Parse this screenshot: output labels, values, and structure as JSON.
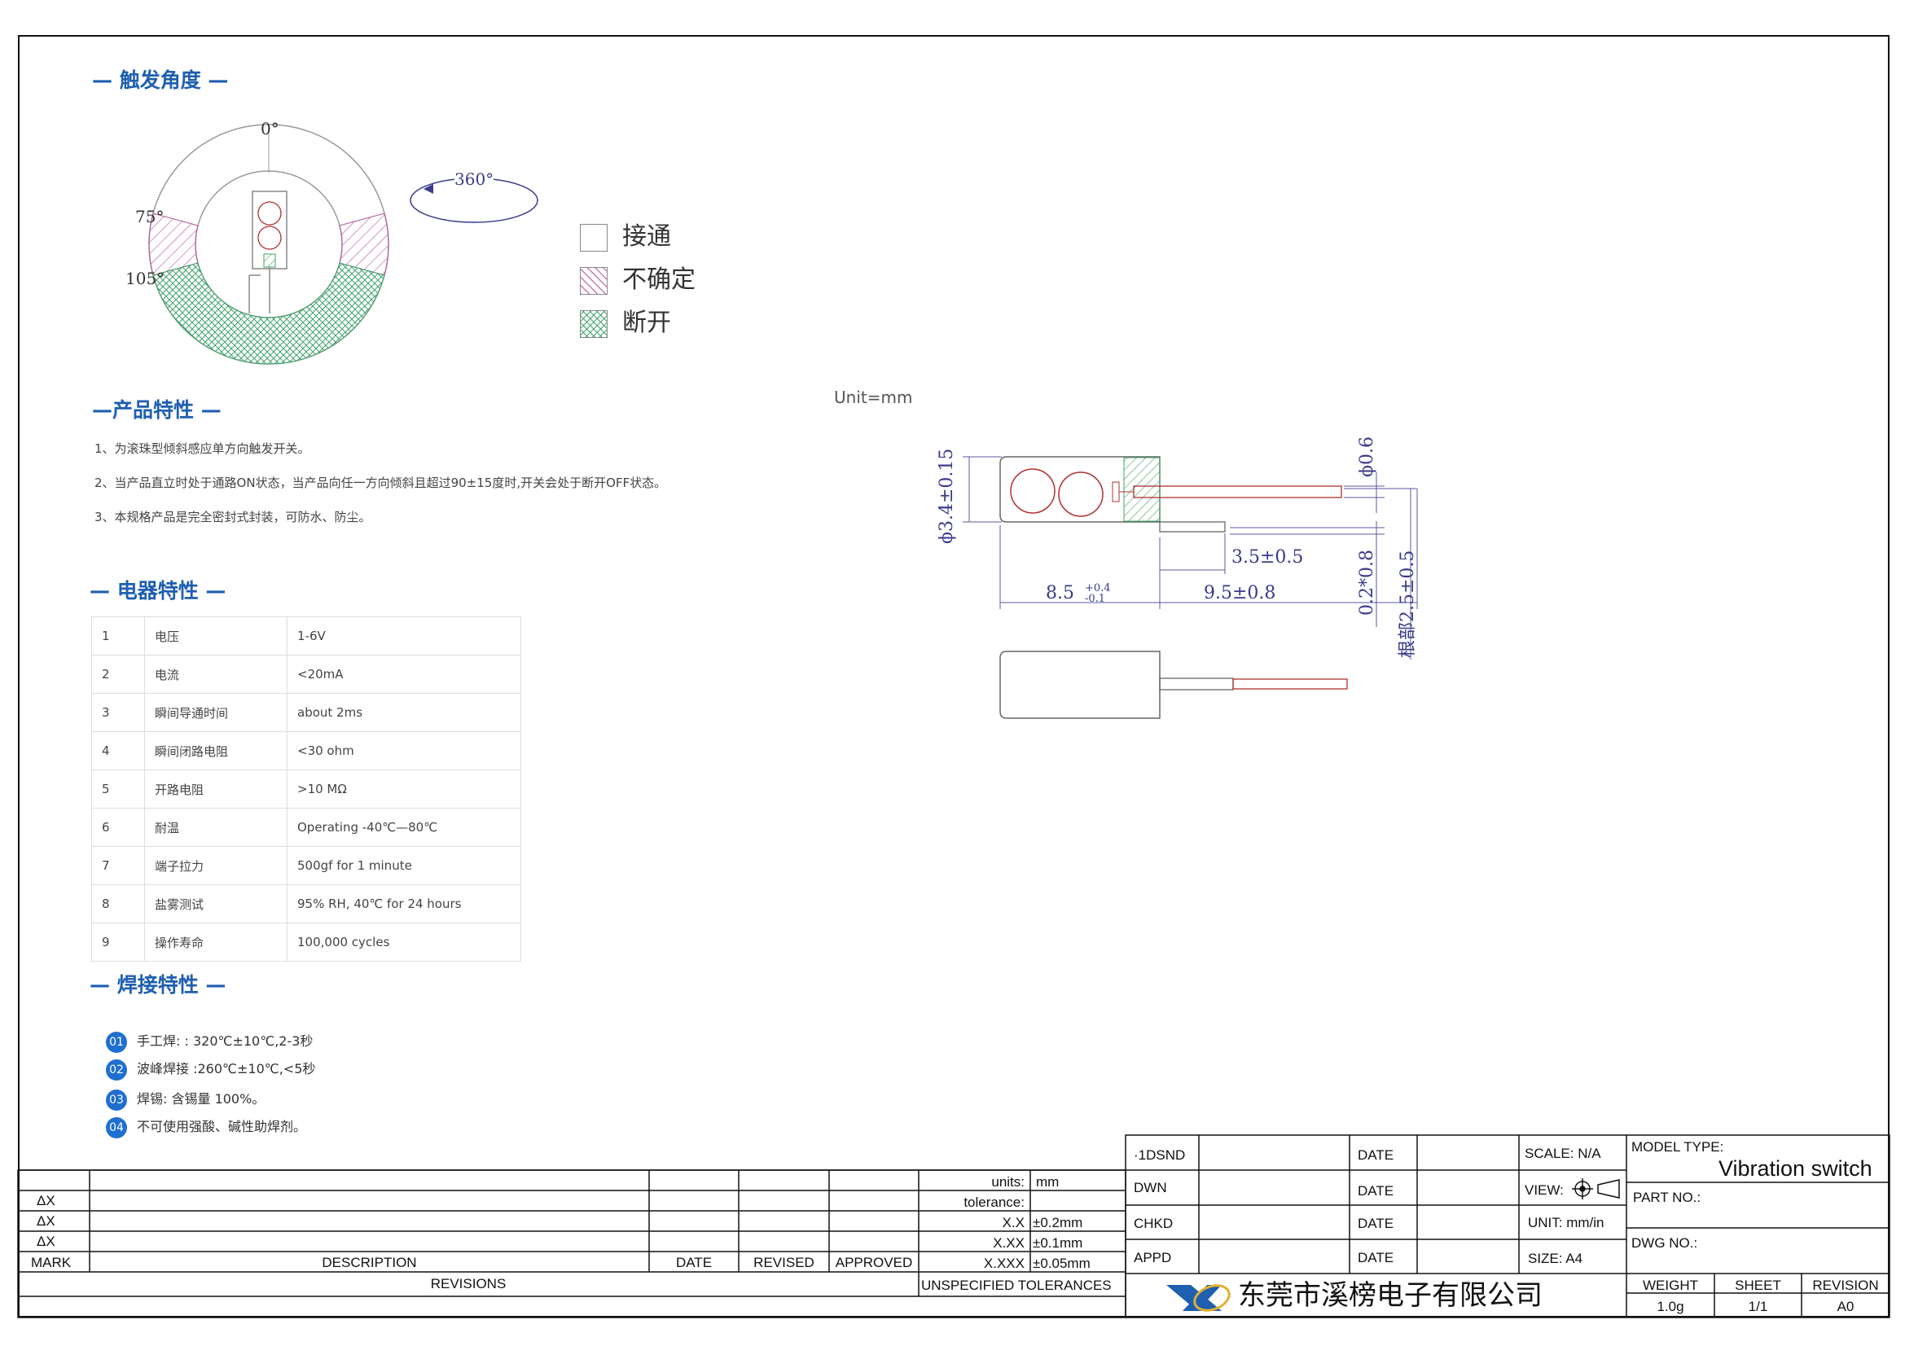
{
  "sections": {
    "trigger_angle": "— 触发角度 —",
    "features": "—产品特性 —",
    "electrical": "— 电器特性 —",
    "welding": "— 焊接特性 —"
  },
  "angle_diagram": {
    "top": "0°",
    "left_upper": "75°",
    "left_lower": "105°",
    "rotation": "360°"
  },
  "legend": [
    {
      "label": "接通",
      "color": "#ffffff"
    },
    {
      "label": "不确定",
      "color": "#b4579a"
    },
    {
      "label": "断开",
      "color": "#3fa36a"
    }
  ],
  "features": [
    "1、为滚珠型倾斜感应单方向触发开关。",
    "2、当产品直立时处于通路ON状态，当产品向任一方向倾斜且超过90±15度时,开关会处于断开OFF状态。",
    "3、本规格产品是完全密封式封装，可防水、防尘。"
  ],
  "electrical": [
    {
      "no": "1",
      "name": "电压",
      "value": "1-6V"
    },
    {
      "no": "2",
      "name": "电流",
      "value": "<20mA"
    },
    {
      "no": "3",
      "name": "瞬间导通时间",
      "value": "about 2ms"
    },
    {
      "no": "4",
      "name": "瞬间闭路电阻",
      "value": "<30 ohm"
    },
    {
      "no": "5",
      "name": "开路电阻",
      "value": ">10 MΩ"
    },
    {
      "no": "6",
      "name": "耐温",
      "value": "Operating -40℃—80℃"
    },
    {
      "no": "7",
      "name": "端子拉力",
      "value": "500gf for 1 minute"
    },
    {
      "no": "8",
      "name": "盐雾测试",
      "value": "95% RH, 40℃ for 24 hours"
    },
    {
      "no": "9",
      "name": "操作寿命",
      "value": "100,000 cycles"
    }
  ],
  "welding": [
    {
      "num": "01",
      "text": "手工焊: : 320℃±10℃,2-3秒"
    },
    {
      "num": "02",
      "text": "波峰焊接 :260℃±10℃,<5秒"
    },
    {
      "num": "03",
      "text": "焊锡: 含锡量 100%。"
    },
    {
      "num": "04",
      "text": "不可使用强酸、碱性助焊剂。"
    }
  ],
  "drawing": {
    "unit": "Unit=mm",
    "dim_diameter": "ϕ3.4±0.15",
    "dim_pin_diameter": "ϕ0.6",
    "dim_pin_short": "3.5±0.5",
    "dim_body_main": "8.5",
    "dim_body_tol_plus": "+0.4",
    "dim_body_tol_minus": "-0.1",
    "dim_pin_long": "9.5±0.8",
    "dim_pin_thick": "0.2*0.8",
    "dim_root": "根部2.5±0.5"
  },
  "title_block": {
    "rev_rows": [
      "ΔX",
      "ΔX",
      "ΔX"
    ],
    "mark": "MARK",
    "description": "DESCRIPTION",
    "date": "DATE",
    "revised": "REVISED",
    "approved": "APPROVED",
    "revisions": "REVISIONS",
    "units_label": "units:",
    "units_value": "mm",
    "tolerance_label": "tolerance:",
    "tol": [
      {
        "k": "X.X",
        "v": "±0.2mm"
      },
      {
        "k": "X.XX",
        "v": "±0.1mm"
      },
      {
        "k": "X.XXX",
        "v": "±0.05mm"
      }
    ],
    "unspecified": "UNSPECIFIED TOLERANCES",
    "sign_rows": [
      "·1DSND",
      "DWN",
      "CHKD",
      "APPD"
    ],
    "date_label": "DATE",
    "scale": "SCALE: N/A",
    "view": "VIEW:",
    "unit": "UNIT: mm/in",
    "size": "SIZE: A4",
    "model_type_label": "MODEL TYPE:",
    "model_type_value": "Vibration switch",
    "part_no": "PART NO.:",
    "dwg_no": "DWG NO.:",
    "company": "东莞市溪榜电子有限公司",
    "weight_label": "WEIGHT",
    "sheet_label": "SHEET",
    "revision_label": "REVISION",
    "weight": "1.0g",
    "sheet": "1/1",
    "revision": "A0"
  },
  "colors": {
    "accent": "#1f5fb0",
    "uncertain": "#b4579a",
    "off": "#3fa36a",
    "dim": "#3a3a8c",
    "part": "#b03030"
  }
}
